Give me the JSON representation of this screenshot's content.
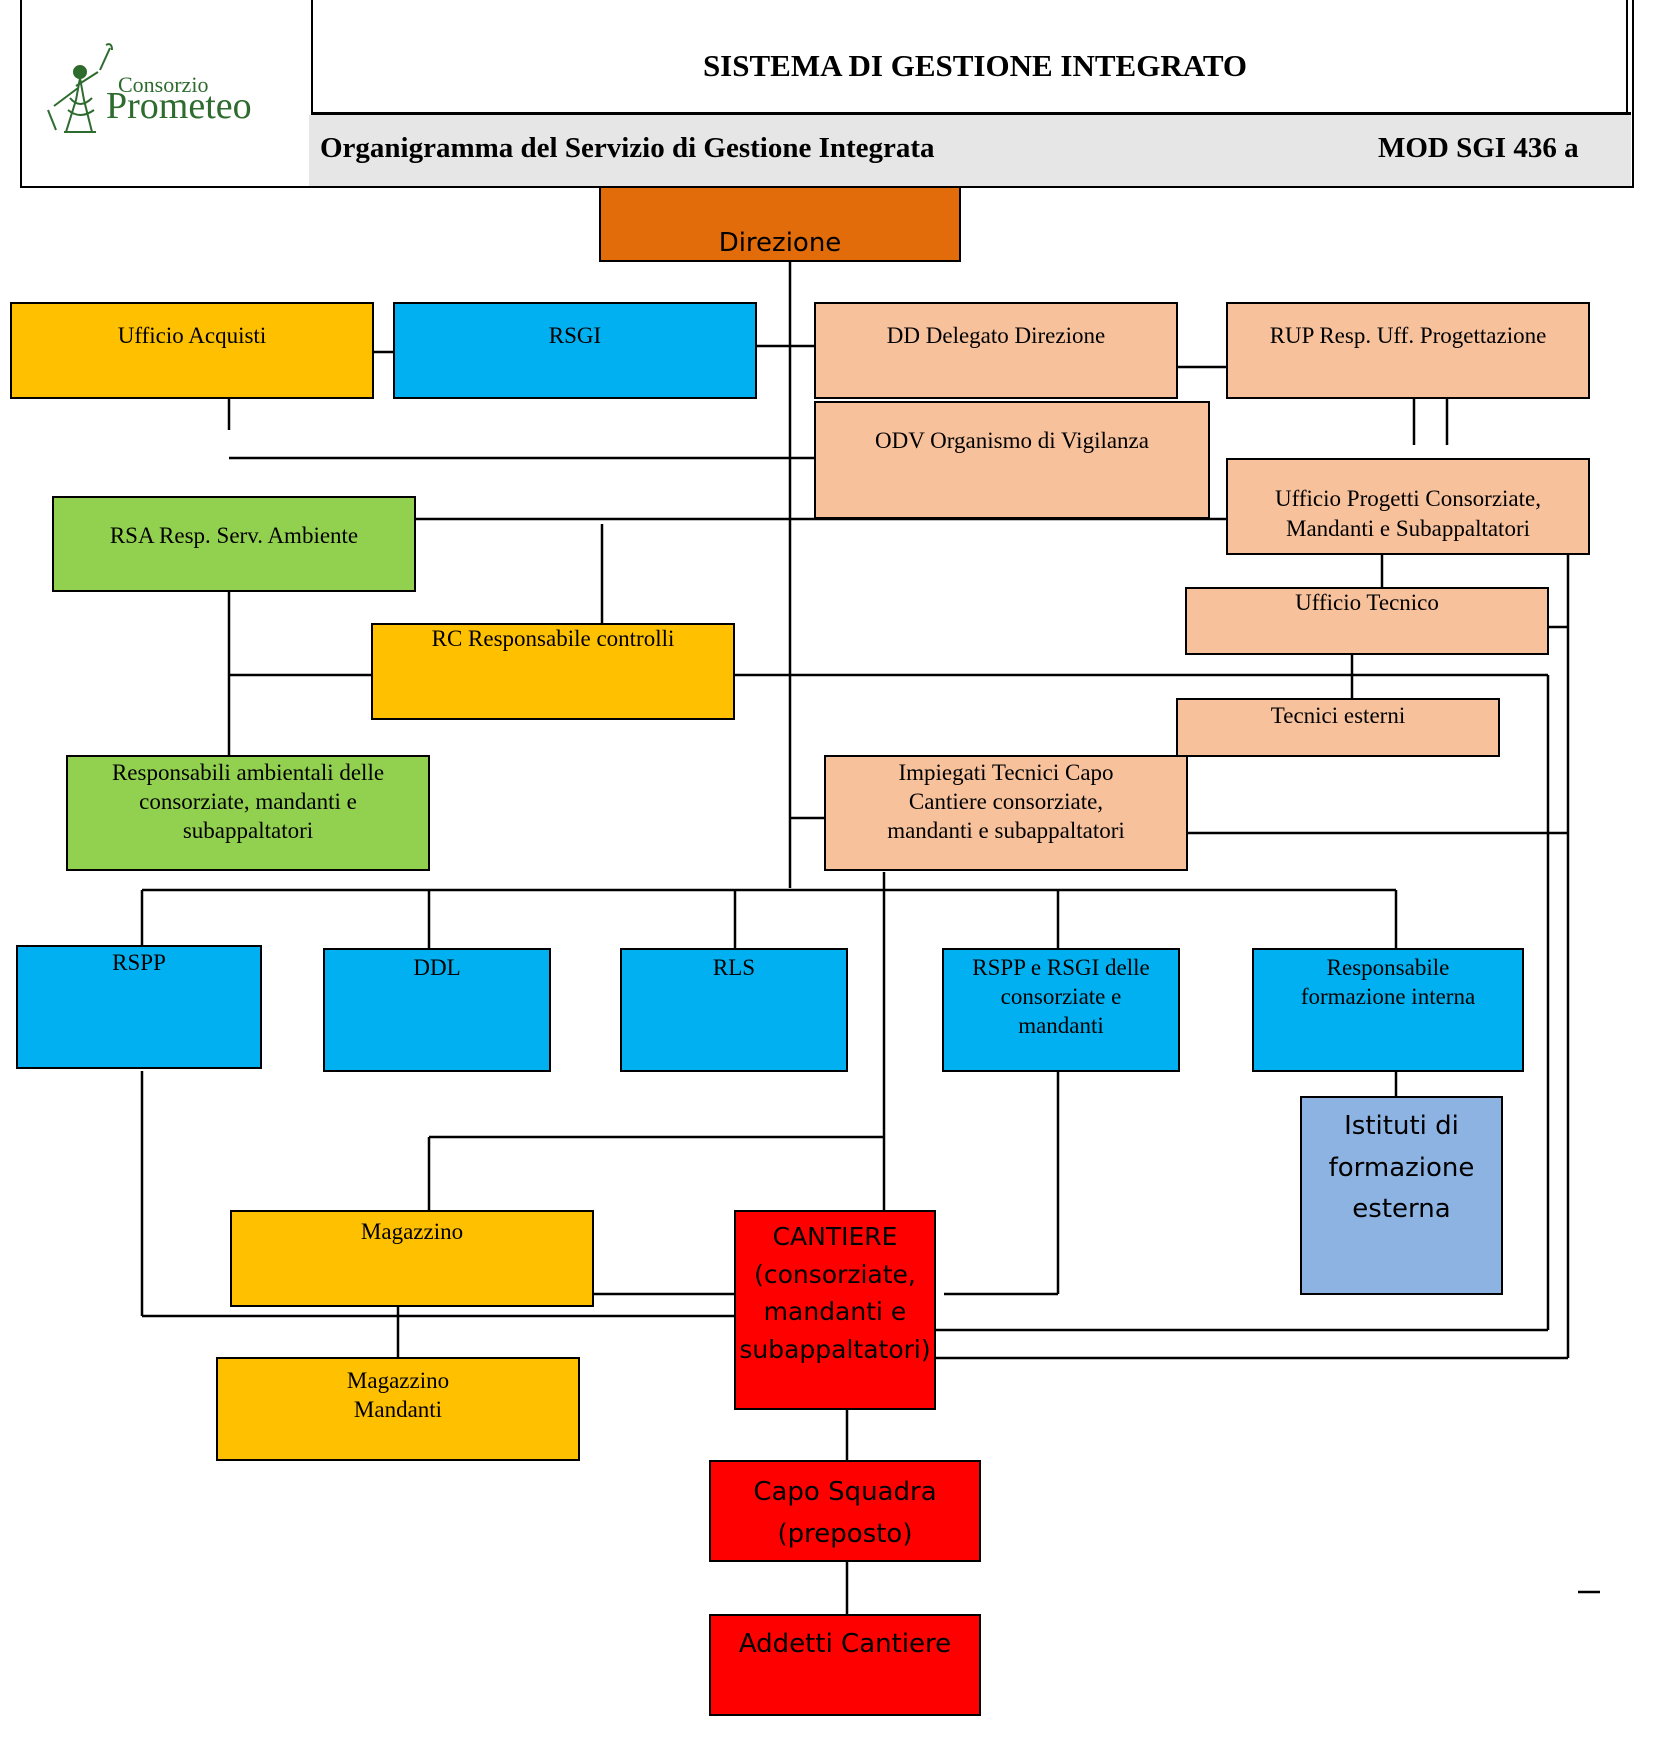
{
  "header": {
    "logo_small": "Consorzio",
    "logo_big": "Prometeo",
    "system_title": "SISTEMA DI GESTIONE INTEGRATO",
    "document_title": "Organigramma del Servizio di Gestione Integrata",
    "document_code": "MOD SGI 436 a"
  },
  "colors": {
    "direzione": "#e36c0a",
    "yellow": "#ffc000",
    "blue": "#00b0f0",
    "peach": "#f7c19c",
    "green": "#92d050",
    "red": "#ff0000",
    "light_blue": "#8db3e2",
    "logo_green": "#2e6b2e"
  },
  "nodes": {
    "direzione": "Direzione",
    "ufficio_acquisti": "Ufficio Acquisti",
    "rsgi": "RSGI",
    "dd": "DD Delegato Direzione",
    "rup": "RUP Resp. Uff. Progettazione",
    "odv": "ODV Organismo di Vigilanza",
    "ufficio_progetti": [
      "Ufficio Progetti Consorziate,",
      "Mandanti e Subappaltatori"
    ],
    "rsa": "RSA Resp. Serv. Ambiente",
    "ufficio_tecnico": "Ufficio Tecnico",
    "rc": "RC Responsabile controlli",
    "tecnici_esterni": "Tecnici esterni",
    "resp_ambientali": [
      "Responsabili ambientali delle",
      "consorziate, mandanti e",
      "subappaltatori"
    ],
    "impiegati": [
      "Impiegati Tecnici Capo",
      "Cantiere consorziate,",
      "mandanti e subappaltatori"
    ],
    "rspp": "RSPP",
    "ddl": "DDL",
    "rls": "RLS",
    "rspp_rsgi": [
      "RSPP e RSGI delle",
      "consorziate e",
      "mandanti"
    ],
    "resp_formazione": [
      "Responsabile",
      "formazione interna"
    ],
    "istituti": [
      "Istituti di",
      "formazione",
      "esterna"
    ],
    "magazzino": "Magazzino",
    "cantiere": [
      "CANTIERE",
      "(consorziate,",
      "mandanti e",
      "subappaltatori)"
    ],
    "magazzino_mandanti": [
      "Magazzino",
      "Mandanti"
    ],
    "capo_squadra": [
      "Capo Squadra",
      "(preposto)"
    ],
    "addetti": "Addetti Cantiere"
  }
}
